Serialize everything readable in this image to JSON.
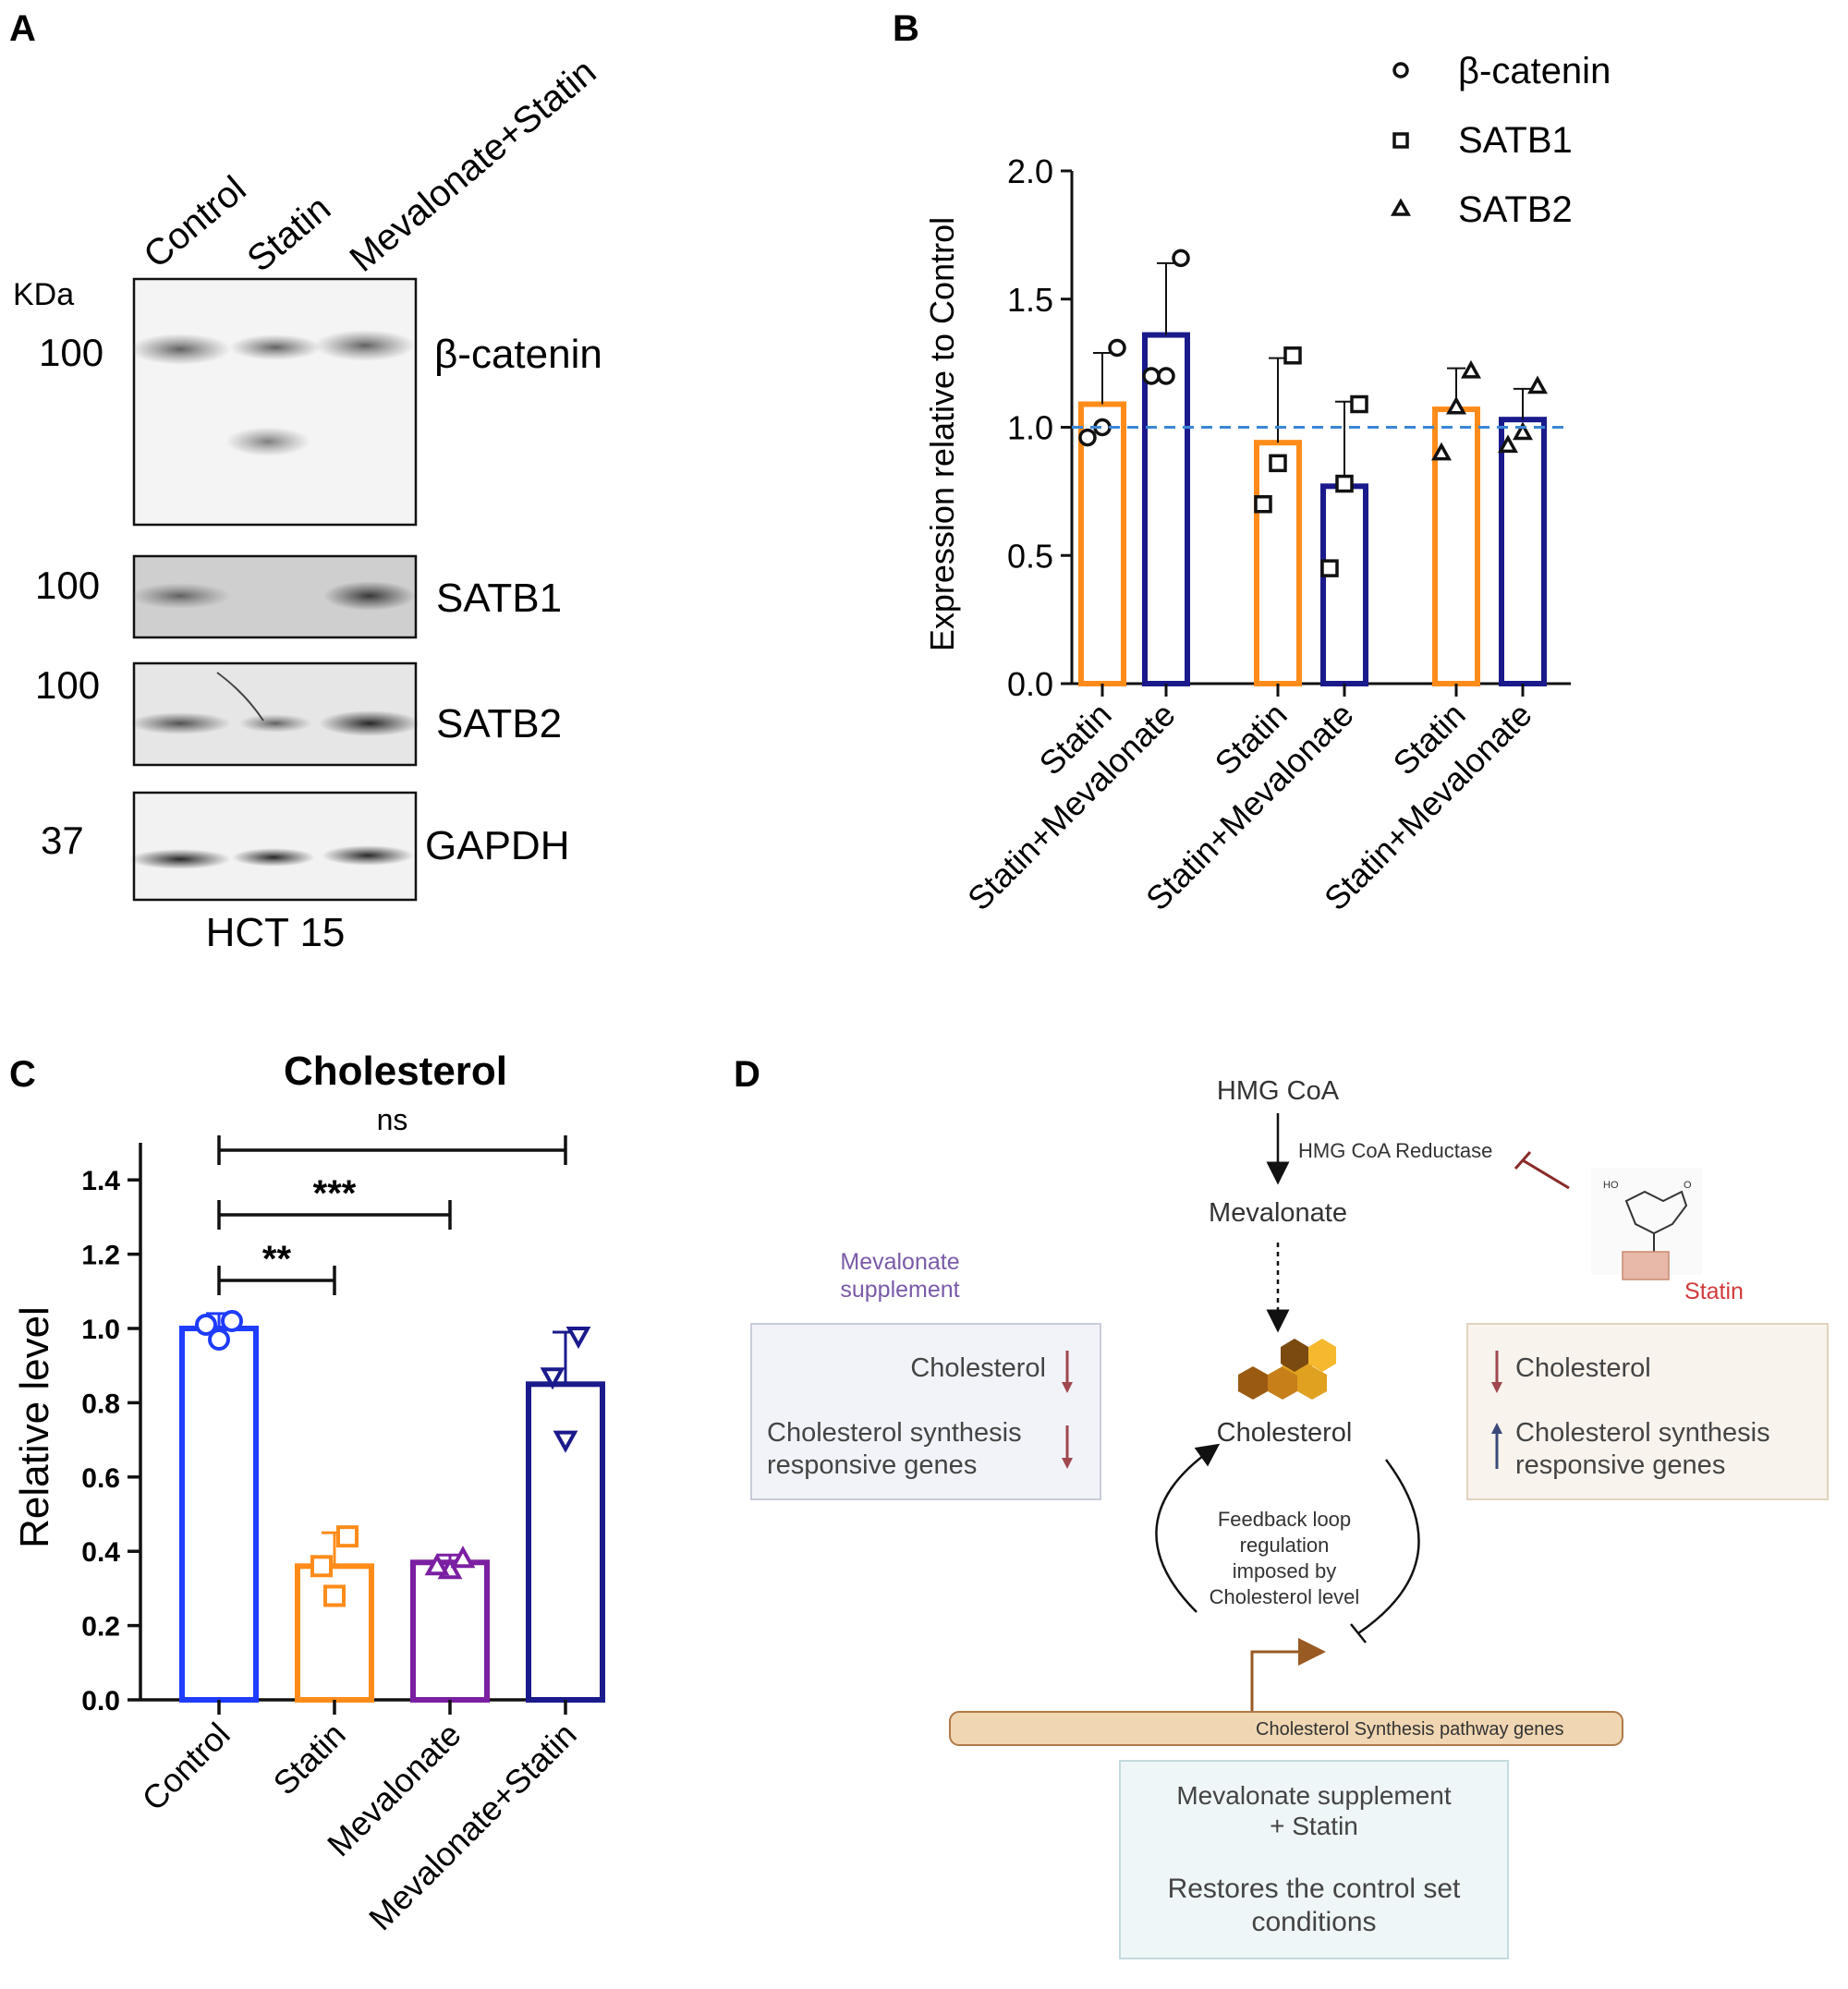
{
  "panel_labels": {
    "a": "A",
    "b": "B",
    "c": "C",
    "d": "D"
  },
  "panel_a": {
    "lanes": [
      "Control",
      "Statin",
      "Mevalonate+Statin"
    ],
    "kda_label": "KDa",
    "blots": [
      {
        "name": "β-catenin",
        "kda": "100"
      },
      {
        "name": "SATB1",
        "kda": "100"
      },
      {
        "name": "SATB2",
        "kda": "100"
      },
      {
        "name": "GAPDH",
        "kda": "37"
      }
    ],
    "cell_line": "HCT 15"
  },
  "chart_data": [
    {
      "panel": "B",
      "type": "bar",
      "ylabel": "Expression relative to Control",
      "ylim": [
        0,
        2.0
      ],
      "yticks": [
        "0.0",
        "0.5",
        "1.0",
        "1.5",
        "2.0"
      ],
      "reference_line": 1.0,
      "legend": {
        "position": "top-right",
        "entries": [
          {
            "marker": "circle",
            "label": "β-catenin"
          },
          {
            "marker": "square",
            "label": "SATB1"
          },
          {
            "marker": "triangle",
            "label": "SATB2"
          }
        ]
      },
      "groups": [
        {
          "marker": "circle",
          "bars": [
            {
              "label": "Statin",
              "value": 1.09,
              "sd": 0.2,
              "points": [
                0.96,
                1.0,
                1.31
              ],
              "color": "#ff8c1a"
            },
            {
              "label": "Statin+Mevalonate",
              "value": 1.36,
              "sd": 0.28,
              "points": [
                1.2,
                1.2,
                1.66
              ],
              "color": "#1a1a8c"
            }
          ]
        },
        {
          "marker": "square",
          "bars": [
            {
              "label": "Statin",
              "value": 0.94,
              "sd": 0.33,
              "points": [
                0.7,
                0.86,
                1.28
              ],
              "color": "#ff8c1a"
            },
            {
              "label": "Statin+Mevalonate",
              "value": 0.77,
              "sd": 0.33,
              "points": [
                0.45,
                0.78,
                1.09
              ],
              "color": "#1a1a8c"
            }
          ]
        },
        {
          "marker": "triangle",
          "bars": [
            {
              "label": "Statin",
              "value": 1.07,
              "sd": 0.16,
              "points": [
                0.9,
                1.08,
                1.22
              ],
              "color": "#ff8c1a"
            },
            {
              "label": "Statin+Mevalonate",
              "value": 1.03,
              "sd": 0.12,
              "points": [
                0.93,
                0.98,
                1.16
              ],
              "color": "#1a1a8c"
            }
          ]
        }
      ]
    },
    {
      "panel": "C",
      "type": "bar",
      "title": "Cholesterol",
      "ylabel": "Relative level",
      "ylim": [
        0,
        1.5
      ],
      "yticks": [
        "0.0",
        "0.2",
        "0.4",
        "0.6",
        "0.8",
        "1.0",
        "1.2",
        "1.4"
      ],
      "bars": [
        {
          "label": "Control",
          "value": 1.0,
          "sd": 0.04,
          "marker": "circle",
          "points": [
            0.97,
            1.01,
            1.02
          ],
          "color": "#1f3cff"
        },
        {
          "label": "Statin",
          "value": 0.36,
          "sd": 0.09,
          "marker": "square",
          "points": [
            0.28,
            0.36,
            0.44
          ],
          "color": "#ff8c1a"
        },
        {
          "label": "Mevalonate",
          "value": 0.37,
          "sd": 0.02,
          "marker": "triangle",
          "points": [
            0.35,
            0.36,
            0.38
          ],
          "color": "#7b1fa2"
        },
        {
          "label": "Mevalonate+Statin",
          "value": 0.85,
          "sd": 0.14,
          "marker": "triangle-down",
          "points": [
            0.7,
            0.87,
            0.98
          ],
          "color": "#1a1a8c"
        }
      ],
      "significance": [
        {
          "from": 0,
          "to": 3,
          "label": "ns"
        },
        {
          "from": 0,
          "to": 2,
          "label": "***"
        },
        {
          "from": 0,
          "to": 1,
          "label": "**"
        }
      ]
    }
  ],
  "panel_d": {
    "hmg": "HMG CoA",
    "reductase": "HMG CoA Reductase",
    "mevalonate": "Mevalonate",
    "cholesterol": "Cholesterol",
    "statin": "Statin",
    "mev_supplement": [
      "Mevalonate",
      "supplement"
    ],
    "left_box": {
      "line1": "Cholesterol",
      "line2": "Cholesterol synthesis",
      "line3": "responsive genes"
    },
    "right_box": {
      "line1": "Cholesterol",
      "line2": "Cholesterol synthesis",
      "line3": "responsive genes"
    },
    "feedback": [
      "Feedback loop",
      "regulation",
      "imposed by",
      "Cholesterol level"
    ],
    "genes_bar": "Cholesterol Synthesis pathway genes",
    "bottom_box": [
      "Mevalonate supplement",
      "+ Statin",
      "Restores the control set",
      "conditions"
    ],
    "colors": {
      "down_arrow": "#a0474f",
      "up_arrow": "#3a4a7a",
      "purple_text": "#7a5aa8",
      "statin_text": "#d23a3a"
    }
  }
}
